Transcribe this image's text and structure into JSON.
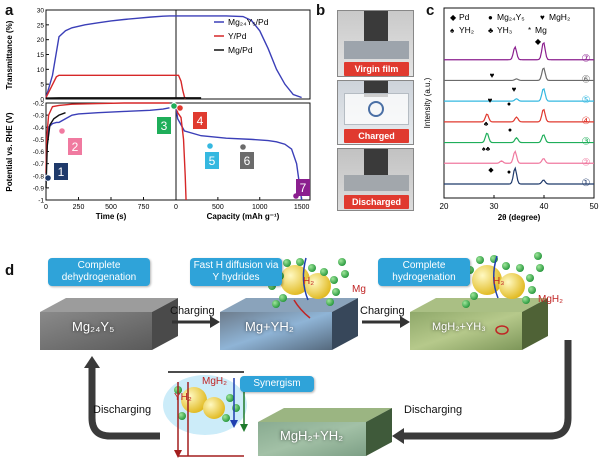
{
  "panel_letters": {
    "a": "a",
    "b": "b",
    "c": "c",
    "d": "d"
  },
  "panel_a": {
    "ylabel_top": "Transmittance (%)",
    "ylabel_bottom": "Potential vs. RHE (V)",
    "xlabel_left": "Time (s)",
    "xlabel_right": "Capacity (mAh g⁻¹)",
    "legend": [
      "Mg₂₄Y₅/Pd",
      "Y/Pd",
      "Mg/Pd"
    ],
    "colors": {
      "mgy": "#3b3fb8",
      "y": "#d62728",
      "mg": "#111111"
    },
    "markers": [
      {
        "label": "1",
        "color": "#1f3a6b"
      },
      {
        "label": "2",
        "color": "#f07aa0"
      },
      {
        "label": "3",
        "color": "#1fae5a"
      },
      {
        "label": "4",
        "color": "#e03a2f"
      },
      {
        "label": "5",
        "color": "#35b8e0"
      },
      {
        "label": "6",
        "color": "#6b6b6b"
      },
      {
        "label": "7",
        "color": "#8b1f8f"
      }
    ]
  },
  "chart_data": [
    {
      "type": "line",
      "title": "",
      "xlabel": "",
      "ylabel": "Transmittance (%)",
      "xlim": [
        0,
        1000
      ],
      "ylim": [
        0,
        30
      ],
      "yticks": [
        0,
        5,
        10,
        15,
        20,
        25,
        30
      ],
      "series": [
        {
          "name": "Mg₂₄Y₅/Pd",
          "x": [
            0,
            50,
            100,
            150,
            200,
            300,
            400,
            500,
            600,
            700,
            800,
            900,
            950,
            980,
            1000
          ],
          "y": [
            0.5,
            8,
            21,
            23,
            24,
            25,
            25.7,
            26.3,
            26.8,
            27.2,
            27.6,
            27.9,
            28,
            28,
            28
          ]
        },
        {
          "name": "Y/Pd",
          "x": [
            0,
            40,
            80,
            100,
            200,
            400,
            600,
            800,
            1000
          ],
          "y": [
            0.5,
            4,
            7.5,
            8,
            8,
            8,
            8,
            8,
            8
          ]
        },
        {
          "name": "Mg/Pd",
          "x": [
            0,
            100,
            500,
            1000
          ],
          "y": [
            0.3,
            0.4,
            0.4,
            0.4
          ]
        }
      ]
    },
    {
      "type": "line",
      "title": "",
      "xlabel": "",
      "ylabel": "Transmittance (%)",
      "xlim": [
        0,
        1600
      ],
      "ylim": [
        0,
        30
      ],
      "series": [
        {
          "name": "Mg₂₄Y₅/Pd",
          "x": [
            0,
            200,
            600,
            800,
            900,
            1000,
            1100,
            1200,
            1300,
            1400,
            1500
          ],
          "y": [
            28,
            28,
            28,
            27.8,
            26.5,
            23,
            17,
            10,
            5,
            1.5,
            0.5
          ]
        },
        {
          "name": "Y/Pd",
          "x": [
            0,
            30,
            60,
            80,
            100,
            110
          ],
          "y": [
            8,
            8,
            6,
            3,
            0.8,
            0
          ]
        },
        {
          "name": "Mg/Pd",
          "x": [
            0,
            300
          ],
          "y": [
            0.4,
            0.4
          ]
        }
      ]
    },
    {
      "type": "line",
      "title": "",
      "xlabel": "Time (s)",
      "ylabel": "Potential vs. RHE (V)",
      "xlim": [
        0,
        1000
      ],
      "ylim": [
        -1.0,
        -0.2
      ],
      "xticks": [
        0,
        250,
        500,
        750
      ],
      "yticks": [
        -0.2,
        -0.3,
        -0.4,
        -0.5,
        -0.6,
        -0.7,
        -0.8,
        -0.9,
        -1.0
      ],
      "series": [
        {
          "name": "Mg₂₄Y₅/Pd",
          "x": [
            0,
            5,
            20,
            50,
            80,
            100,
            150,
            200,
            250,
            400,
            600,
            800,
            900,
            950
          ],
          "y": [
            -0.85,
            -0.6,
            -0.4,
            -0.37,
            -0.36,
            -0.36,
            -0.33,
            -0.3,
            -0.29,
            -0.28,
            -0.27,
            -0.26,
            -0.25,
            -0.24
          ]
        },
        {
          "name": "Y/Pd",
          "x": [
            0,
            5,
            20,
            50,
            100,
            200,
            400,
            600,
            800,
            950
          ],
          "y": [
            -0.78,
            -0.5,
            -0.3,
            -0.23,
            -0.22,
            -0.21,
            -0.205,
            -0.2,
            -0.2,
            -0.2
          ]
        },
        {
          "name": "Mg/Pd",
          "x": [
            0,
            10,
            30,
            60,
            100,
            150
          ],
          "y": [
            -0.9,
            -0.55,
            -0.38,
            -0.33,
            -0.3,
            -0.28
          ]
        }
      ]
    },
    {
      "type": "line",
      "title": "",
      "xlabel": "Capacity (mAh g⁻¹)",
      "ylabel": "Potential vs. RHE (V)",
      "xlim": [
        0,
        1600
      ],
      "ylim": [
        -1.0,
        -0.2
      ],
      "xticks": [
        0,
        500,
        1000,
        1500
      ],
      "series": [
        {
          "name": "Mg₂₄Y₅/Pd",
          "x": [
            0,
            20,
            100,
            300,
            600,
            900,
            1100,
            1200,
            1300,
            1380,
            1440,
            1480,
            1500
          ],
          "y": [
            -0.23,
            -0.33,
            -0.43,
            -0.47,
            -0.49,
            -0.5,
            -0.51,
            -0.52,
            -0.54,
            -0.58,
            -0.7,
            -0.9,
            -1.0
          ]
        },
        {
          "name": "Y/Pd",
          "x": [
            0,
            20,
            60,
            90,
            110,
            120
          ],
          "y": [
            -0.2,
            -0.28,
            -0.32,
            -0.5,
            -0.8,
            -1.0
          ]
        }
      ]
    },
    {
      "type": "line",
      "title": "",
      "xlabel": "2θ (degree)",
      "ylabel": "Intensity (a.u.)",
      "xlim": [
        20,
        50
      ],
      "xticks": [
        20,
        30,
        40,
        50
      ],
      "legend": [
        "Pd",
        "Mg₂₄Y₅",
        "MgH₂",
        "YH₂",
        "YH₃",
        "Mg"
      ],
      "series": [
        {
          "name": "①",
          "color": "#1f3a6b"
        },
        {
          "name": "②",
          "color": "#f07aa0"
        },
        {
          "name": "③",
          "color": "#1fae5a"
        },
        {
          "name": "④",
          "color": "#e03a2f"
        },
        {
          "name": "⑤",
          "color": "#35b8e0"
        },
        {
          "name": "⑥",
          "color": "#6b6b6b"
        },
        {
          "name": "⑦",
          "color": "#8b1f8f"
        }
      ]
    }
  ],
  "panel_b": {
    "labels": [
      "Virgin film",
      "Charged",
      "Discharged"
    ]
  },
  "panel_c": {
    "legend": {
      "pd": "Pd",
      "mgy": "Mg₂₄Y₅",
      "mgh": "MgH₂",
      "yh2": "YH₂",
      "yh3": "YH₃",
      "mg": "Mg"
    },
    "xlabel": "2θ (degree)",
    "ylabel": "Intensity (a.u.)",
    "ticks": [
      "20",
      "30",
      "40",
      "50"
    ],
    "curve_labels": [
      "①",
      "②",
      "③",
      "④",
      "⑤",
      "⑥",
      "⑦"
    ]
  },
  "panel_d": {
    "callouts": {
      "complete_dehydrogenation": "Complete dehydrogenation",
      "fast_h": "Fast H diffusion via Y hydrides",
      "complete_hydrogenation": "Complete hydrogenation",
      "synergism": "Synergism"
    },
    "blocks": {
      "b1": "Mg₂₄Y₅",
      "b2": "Mg+YH₂",
      "b3": "MgH₂+YH₃",
      "b4": "MgH₂+YH₂"
    },
    "arrows": {
      "charging1": "Charging",
      "charging2": "Charging",
      "discharging1": "Discharging",
      "discharging2": "Discharging"
    },
    "sphere_labels": {
      "h2": "H₂",
      "mg": "Mg",
      "h3": "H₃",
      "mgh2": "MgH₂",
      "syn_mgh2": "MgH₂",
      "syn_yh2": "YH₂"
    }
  }
}
